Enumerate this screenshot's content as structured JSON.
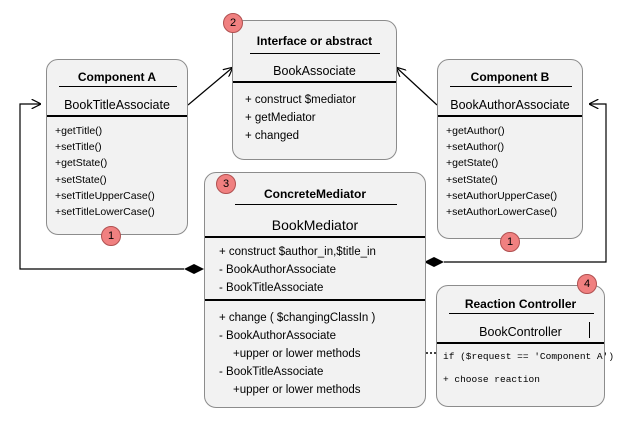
{
  "interface": {
    "title": "Interface or abstract",
    "class_name": "BookAssociate",
    "members": [
      "+ construct $mediator",
      "+ getMediator",
      "+ changed"
    ],
    "badge": "2"
  },
  "component_a": {
    "title": "Component A",
    "class_name": "BookTitleAssociate",
    "members": [
      "+getTitle()",
      "+setTitle()",
      "+getState()",
      "+setState()",
      "+setTitleUpperCase()",
      "+setTitleLowerCase()"
    ],
    "badge": "1"
  },
  "component_b": {
    "title": "Component B",
    "class_name": "BookAuthorAssociate",
    "members": [
      "+getAuthor()",
      "+setAuthor()",
      "+getState()",
      "+setState()",
      "+setAuthorUpperCase()",
      "+setAuthorLowerCase()"
    ],
    "badge": "1"
  },
  "mediator": {
    "title": "ConcreteMediator",
    "class_name": "BookMediator",
    "fields": [
      "+ construct $author_in,$title_in",
      "- BookAuthorAssociate",
      "- BookTitleAssociate"
    ],
    "methods": [
      "+ change ( $changingClassIn )",
      "- BookAuthorAssociate",
      "+upper or lower methods",
      "- BookTitleAssociate",
      "+upper or lower methods"
    ],
    "badge": "3"
  },
  "controller": {
    "title": "Reaction Controller",
    "class_name": "BookController",
    "lines": [
      "if ($request == 'Component A')",
      "+ choose reaction"
    ],
    "badge": "4"
  },
  "colors": {
    "box_fill": "#f2f2f2",
    "box_border": "#8c8c8c",
    "badge_fill": "#f08080"
  }
}
